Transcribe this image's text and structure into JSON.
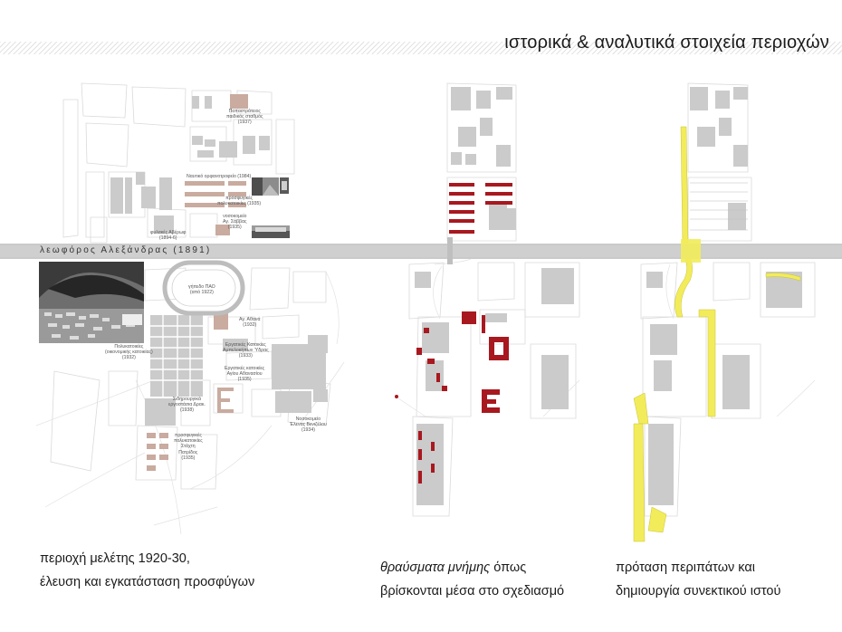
{
  "header": {
    "title": "ιστορικά & αναλυτικά στοιχεία περιοχών"
  },
  "avenue": {
    "label": "λεωφόρος Αλεξάνδρας (1891)"
  },
  "map_labels": [
    {
      "id": "label-school",
      "lines": [
        "Παπαστράτειος",
        "παιδικός σταθμός",
        "(1937)"
      ]
    },
    {
      "id": "label-army-school",
      "lines": [
        "Ναυτικό ορφανοτροφείο (1984)"
      ]
    },
    {
      "id": "label-refugee-blocks",
      "lines": [
        "προσφυγικές",
        "πολυκατοικίες (1935)"
      ]
    },
    {
      "id": "label-hospital",
      "lines": [
        "νοσοκομείο",
        "Αγ. Σάββας",
        "(1935)"
      ]
    },
    {
      "id": "label-court",
      "lines": [
        "φυλακές Αβέρωφ",
        "(1894-6)"
      ]
    },
    {
      "id": "label-stadium",
      "lines": [
        "γήπεδο ΠΑΟ",
        "(από 1922)"
      ]
    },
    {
      "id": "label-settlement",
      "lines": [
        "Πολυκατοικίες",
        "(οικονομικής κατοικίας)",
        "(1932)"
      ]
    },
    {
      "id": "label-church",
      "lines": [
        "Αγ. Αθανά",
        "(1932)"
      ]
    },
    {
      "id": "label-ministry",
      "lines": [
        "Εργατικές Κατοικίες",
        "Αμπελοκήπων Ύδρας",
        "(1933)"
      ]
    },
    {
      "id": "label-school-2",
      "lines": [
        "Εργατικές κατοικίες",
        "Αγίου Αθανασίου",
        "(1935)"
      ]
    },
    {
      "id": "label-chapel",
      "lines": [
        "Σιδηρουργικά",
        "εργοστάσια Δρακ.",
        "(1938)"
      ]
    },
    {
      "id": "label-gymnasium",
      "lines": [
        "προσφυγικές",
        "πολυκατοικίες",
        "Στάχτη",
        "Πατρίδος",
        "(1935)"
      ]
    },
    {
      "id": "label-hall",
      "lines": [
        "Νοσοκομείο",
        "Έλενας Βενιζέλου",
        "(1934)"
      ]
    }
  ],
  "captions": {
    "col1_line1": "περιοχή μελέτης 1920-30,",
    "col1_line2": "έλευση και εγκατάσταση προσφύγων",
    "col2_line1_italic": "θραύσματα μνήμης",
    "col2_line1_rest": " όπως",
    "col2_line2": "βρίσκονται μέσα στο σχεδιασμό",
    "col3_line1": "πρόταση περιπάτων και",
    "col3_line2": "δημιουργία συνεκτικού ιστού"
  },
  "colors": {
    "memory_red": "#a8181f",
    "walk_yellow": "#f2ec5a",
    "historic_brown": "#c7aaa0",
    "avenue_grey": "#cfcfcf",
    "building_grey": "#c8c8c8",
    "outline_grey": "#d8d8d8"
  }
}
